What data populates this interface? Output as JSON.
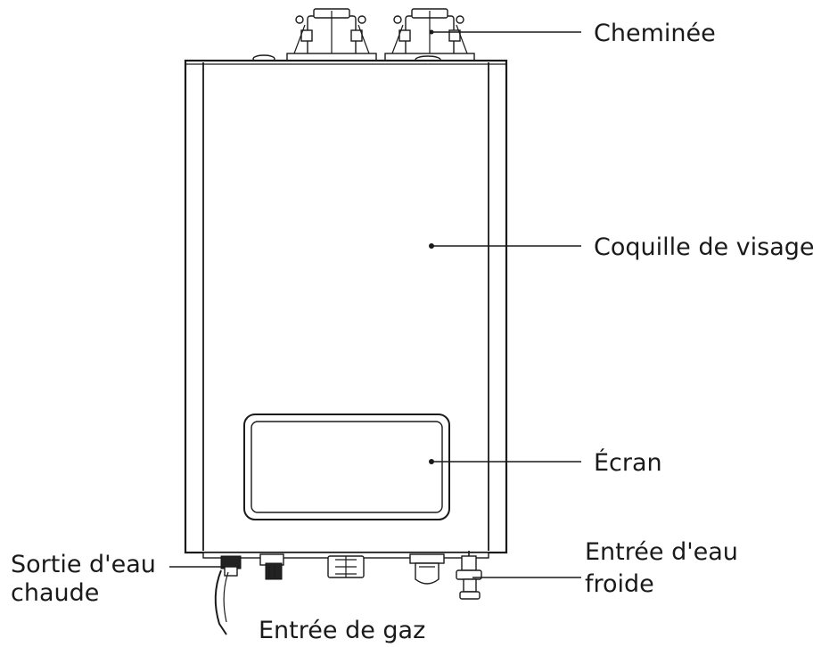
{
  "labels": {
    "chimney": "Cheminée",
    "face_shell": "Coquille de visage",
    "screen": "Écran",
    "hot_water_outlet_line1": "Sortie d'eau",
    "hot_water_outlet_line2": "chaude",
    "cold_water_inlet_line1": "Entrée d'eau",
    "cold_water_inlet_line2": "froide",
    "gas_inlet": "Entrée de gaz"
  }
}
